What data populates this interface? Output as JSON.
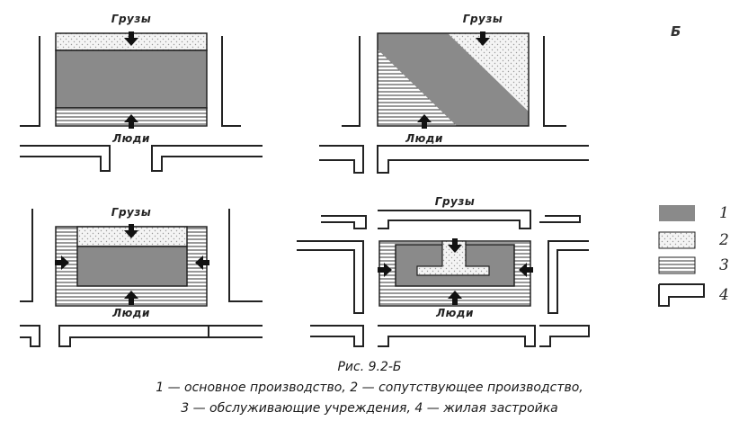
{
  "corner_label": "Б",
  "panels": [
    {
      "top_label": "Грузы",
      "bottom_label": "Люди"
    },
    {
      "top_label": "Грузы",
      "bottom_label": "Люди"
    },
    {
      "top_label": "Грузы",
      "bottom_label": "Люди"
    },
    {
      "top_label": "Грузы",
      "bottom_label": "Люди"
    }
  ],
  "legend": [
    {
      "number": "1",
      "pattern": "solid"
    },
    {
      "number": "2",
      "pattern": "dots"
    },
    {
      "number": "3",
      "pattern": "hlines"
    },
    {
      "number": "4",
      "pattern": "outline"
    }
  ],
  "caption": {
    "title": "Рис. 9.2-Б",
    "line1": "1 — основное производство, 2 — сопутствующее производство,",
    "line2": "3 — обслуживающие учреждения, 4 — жилая застройка"
  },
  "colors": {
    "main": "#8a8a8a",
    "stroke": "#222222",
    "dots_bg": "#f4f4f4",
    "dots": "#9a9a9a"
  }
}
